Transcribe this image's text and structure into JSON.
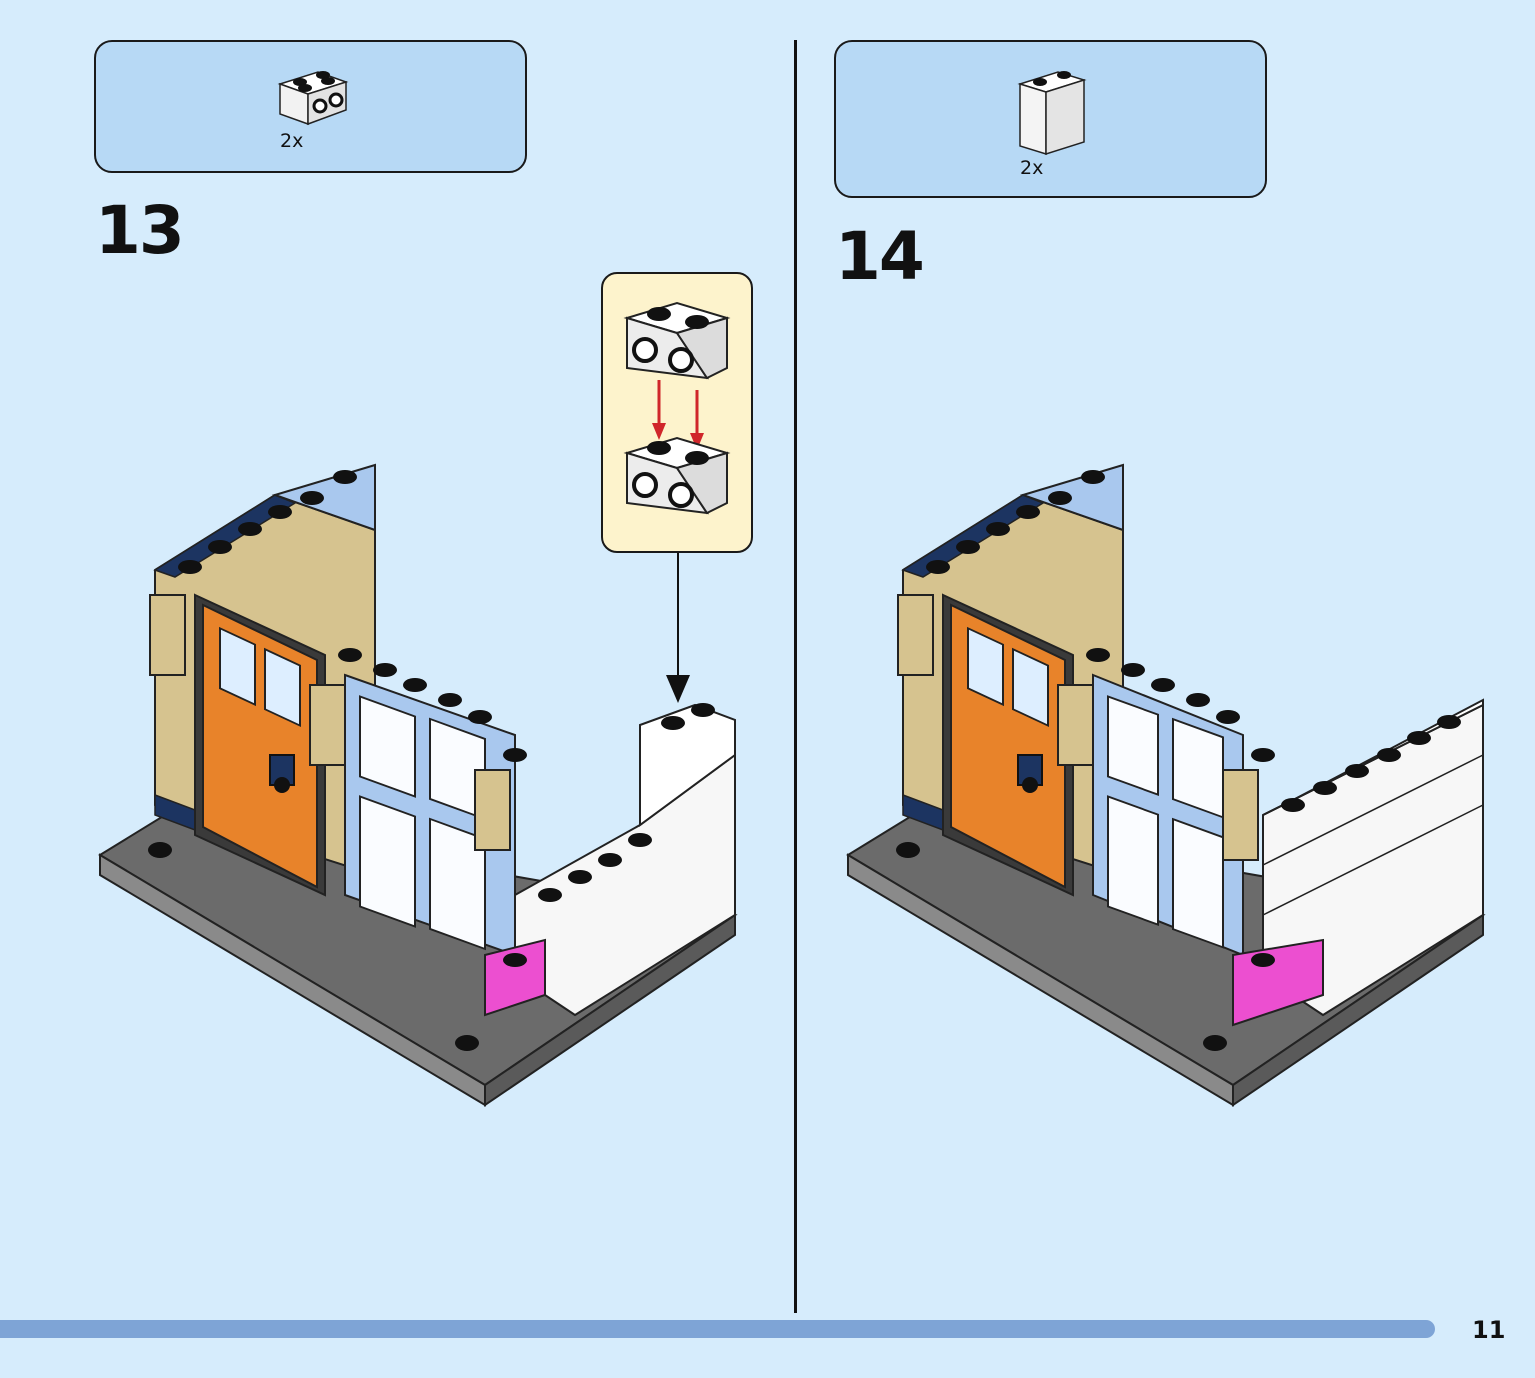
{
  "steps": [
    {
      "number": "13",
      "parts": [
        {
          "name": "white-1x2-brick-with-side-studs",
          "quantity": "2x"
        }
      ]
    },
    {
      "number": "14",
      "parts": [
        {
          "name": "white-1x2x2-brick",
          "quantity": "2x"
        }
      ]
    }
  ],
  "page": {
    "number": "11"
  },
  "colors": {
    "background": "#d6ecfc",
    "parts_box": "#b7d9f5",
    "callout": "#fdf3cc",
    "progress": "#7ea4d6",
    "door": "#e8832a",
    "window": "#a9c8ee",
    "tan": "#d6c38f",
    "navy": "#1c3461",
    "magenta": "#ec4fd0",
    "grey": "#6b6b6b",
    "white_brick": "#f7f7f7"
  }
}
